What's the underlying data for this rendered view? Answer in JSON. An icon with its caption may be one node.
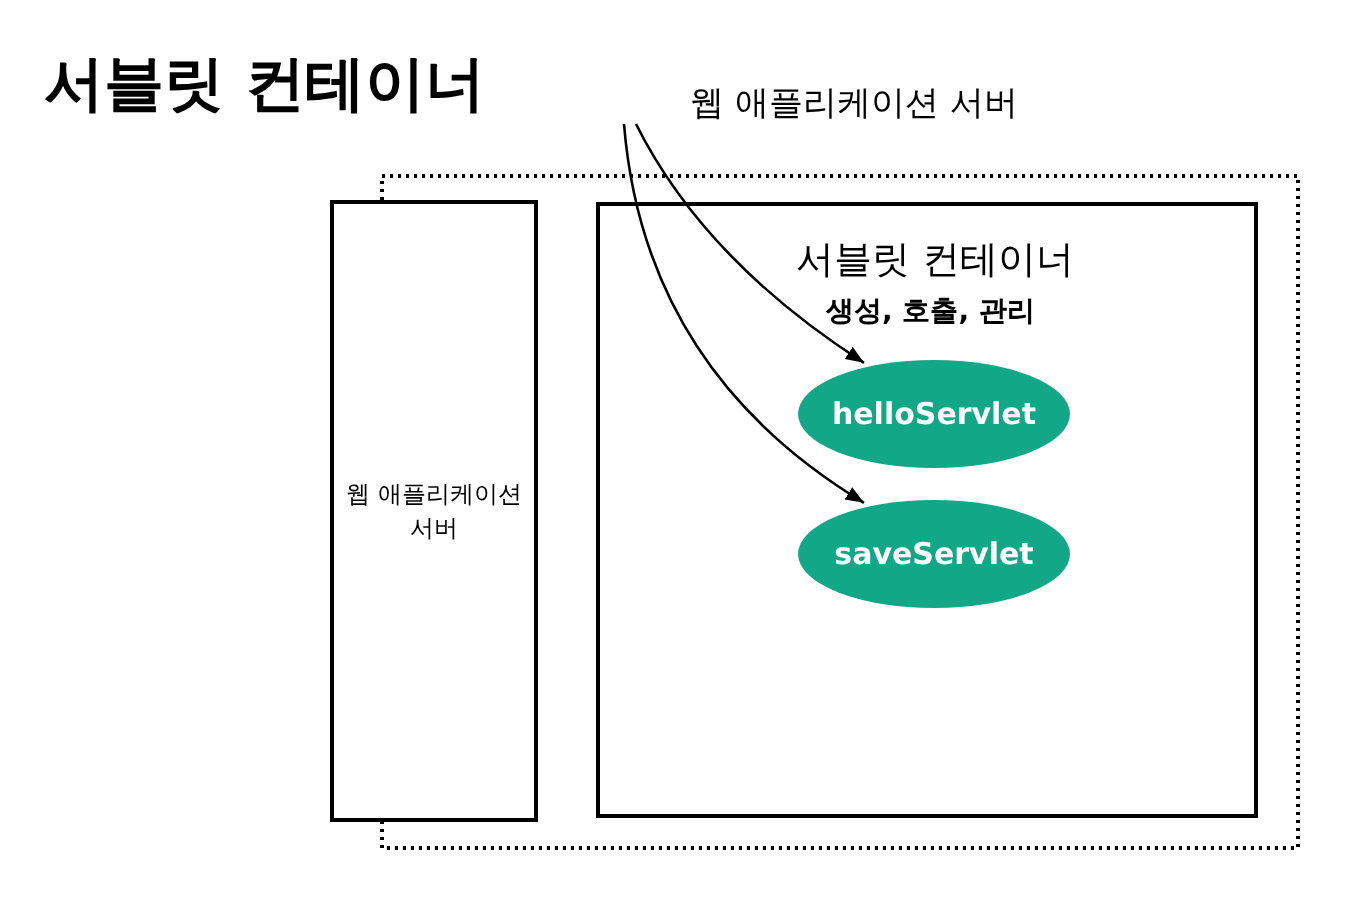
{
  "diagram": {
    "title": "서블릿 컨테이너",
    "nodes": [
      {
        "text": [
          "웹 애플리케이션 서버"
        ]
      },
      {
        "text": [
          "웹 애플리케이션 서버"
        ]
      },
      {
        "text": [
          "서블릿 컨테이너",
          "생성, 호출, 관리"
        ],
        "in": 0
      },
      {
        "text": [
          "helloServlet"
        ],
        "in": 2
      },
      {
        "text": [
          "saveServlet"
        ],
        "in": 2
      }
    ],
    "edges": [
      {
        "from": null,
        "to": 3,
        "arrow": "to"
      },
      {
        "from": null,
        "to": 4,
        "arrow": "to"
      }
    ]
  }
}
